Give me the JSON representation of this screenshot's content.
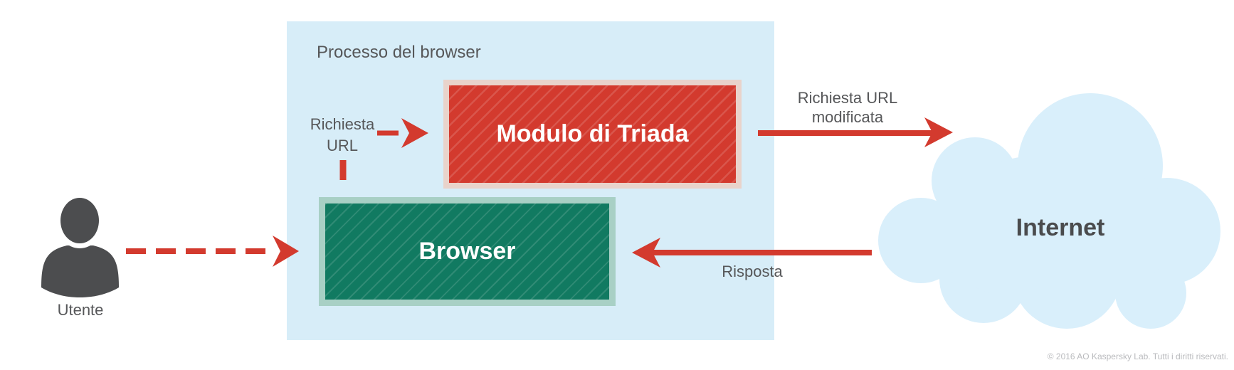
{
  "diagram": {
    "panel": {
      "label": "Processo del browser"
    },
    "boxes": {
      "triada": {
        "label": "Modulo di Triada",
        "fill": "#d33a2e",
        "border": "#e9d3cb"
      },
      "browser": {
        "label": "Browser",
        "fill": "#117a61",
        "border": "#a8d0c5"
      }
    },
    "actors": {
      "user": {
        "label": "Utente"
      },
      "internet": {
        "label": "Internet"
      }
    },
    "arrows": {
      "request_url": {
        "line1": "Richiesta",
        "line2": "URL",
        "style": "dashed-red"
      },
      "user_to_browser": {
        "style": "dashed-red"
      },
      "modified_request": {
        "line1": "Richiesta URL",
        "line2": "modificata",
        "style": "solid-red"
      },
      "response": {
        "label": "Risposta",
        "style": "solid-red"
      }
    },
    "footer": {
      "copyright": "© 2016 AO Kaspersky Lab. Tutti i diritti riservati."
    },
    "colors": {
      "arrow_red": "#d33a2e",
      "panel_blue": "#d7edf8",
      "cloud_blue": "#d9effb",
      "label_gray": "#565759",
      "icon_gray": "#4c4d4f",
      "copyright_gray": "#b9babd"
    }
  }
}
